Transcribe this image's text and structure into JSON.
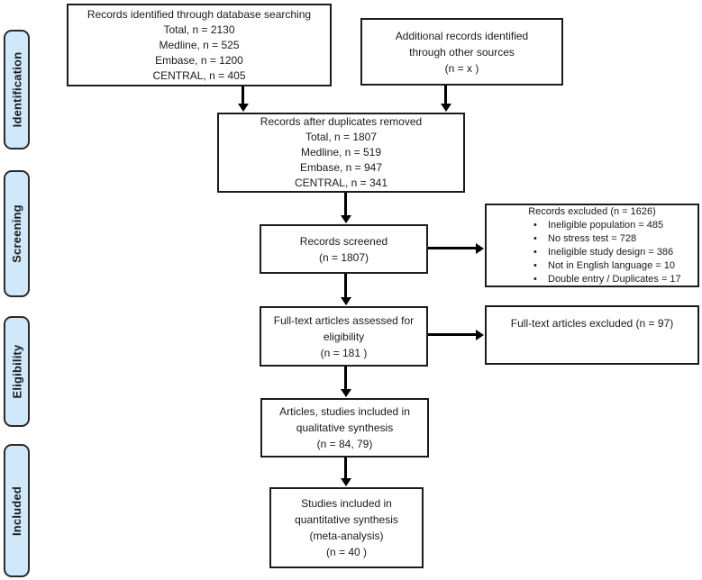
{
  "stages": {
    "identification": "Identification",
    "screening": "Screening",
    "eligibility": "Eligibility",
    "included": "Included"
  },
  "boxes": {
    "identified": {
      "lines": [
        "Records identified through database searching",
        "Total, n = 2130",
        "Medline, n = 525",
        "Embase, n = 1200",
        "CENTRAL, n = 405"
      ]
    },
    "additional": {
      "lines": [
        "Additional records identified",
        "through other sources",
        "(n =  x )"
      ]
    },
    "duplicates_removed": {
      "lines": [
        "Records after duplicates removed",
        "Total, n = 1807",
        "Medline, n = 519",
        "Embase, n = 947",
        "CENTRAL, n = 341"
      ]
    },
    "screened": {
      "lines": [
        "Records screened",
        "(n = 1807)"
      ]
    },
    "records_excluded": {
      "title": "Records excluded (n = 1626)",
      "bullet_glyph": "•",
      "bullets": [
        "Ineligible population = 485",
        "No stress test = 728",
        "Ineligible study design = 386",
        "Not in English language = 10",
        "Double entry / Duplicates = 17"
      ]
    },
    "fulltext_assessed": {
      "lines": [
        "Full-text articles assessed for",
        "eligibility",
        "(n = 181 )"
      ]
    },
    "fulltext_excluded": {
      "lines": [
        "Full-text articles excluded (n =  97)"
      ]
    },
    "qualitative": {
      "lines": [
        "Articles, studies included in",
        "qualitative synthesis",
        "(n = 84, 79)"
      ]
    },
    "quantitative": {
      "lines": [
        "Studies included in",
        "quantitative synthesis",
        "(meta-analysis)",
        "(n = 40 )"
      ]
    }
  },
  "colors": {
    "stage_fill": "#cfe9fa",
    "stage_border": "#2a2a2a",
    "box_border": "#1c1c1c",
    "arrow": "#000000",
    "background": "#ffffff",
    "text": "#1a1a1a"
  }
}
